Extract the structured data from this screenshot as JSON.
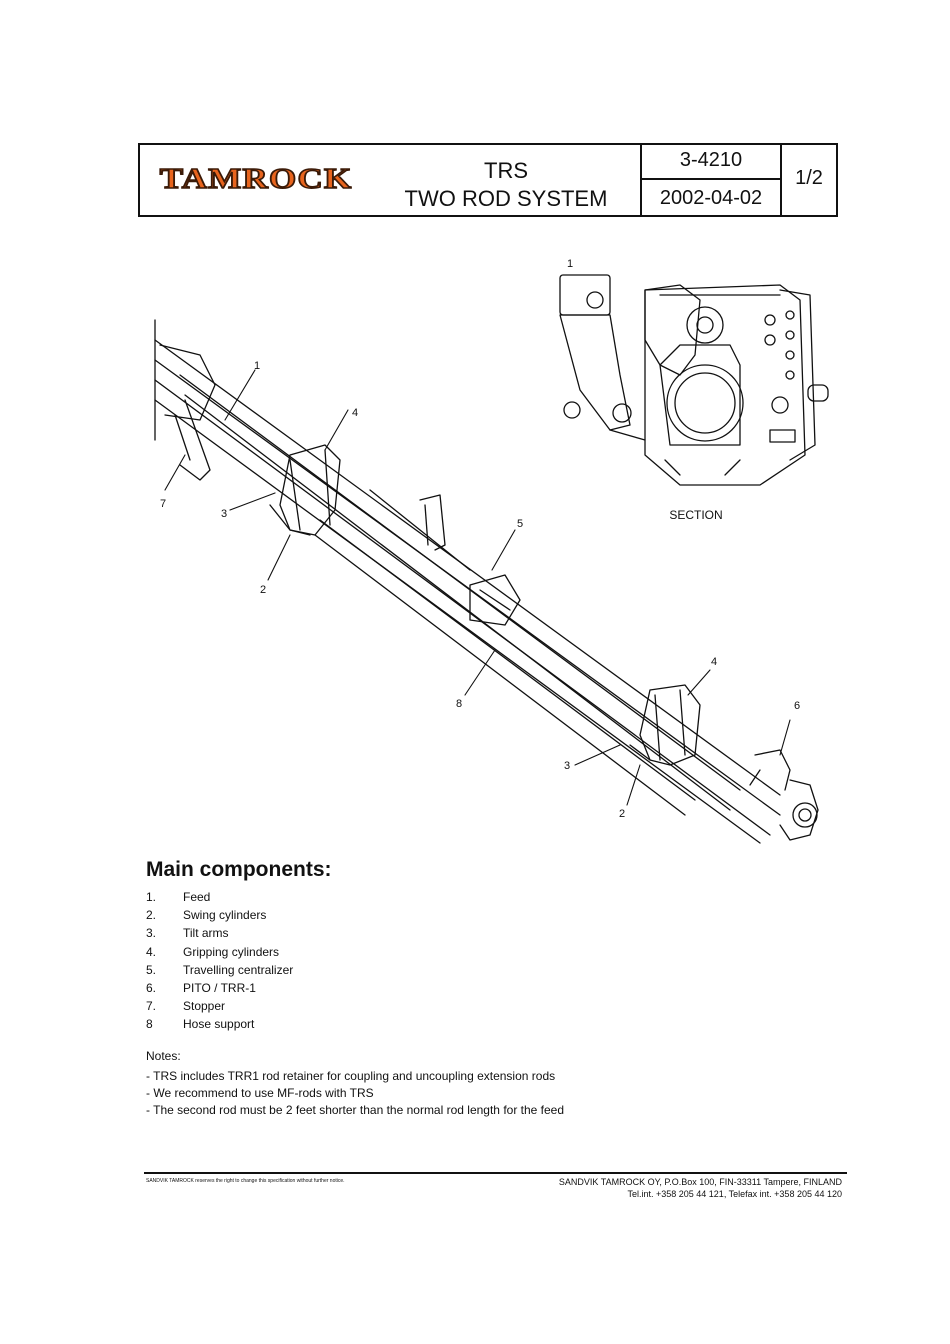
{
  "header": {
    "logo": "TAMROCK",
    "title_line1": "TRS",
    "title_line2": "TWO ROD SYSTEM",
    "doc_number": "3-4210",
    "date": "2002-04-02",
    "page": "1/2"
  },
  "drawing": {
    "section_label": "SECTION",
    "callouts": [
      "1",
      "7",
      "3",
      "4",
      "2",
      "5",
      "8",
      "4",
      "6",
      "3",
      "2",
      "1"
    ]
  },
  "components": {
    "title": "Main components:",
    "items": [
      {
        "num": "1.",
        "label": "Feed"
      },
      {
        "num": "2.",
        "label": "Swing cylinders"
      },
      {
        "num": "3.",
        "label": "Tilt arms"
      },
      {
        "num": "4.",
        "label": "Gripping cylinders"
      },
      {
        "num": "5.",
        "label": "Travelling centralizer"
      },
      {
        "num": "6.",
        "label": "PITO / TRR-1"
      },
      {
        "num": "7.",
        "label": "Stopper"
      },
      {
        "num": "8",
        "label": "Hose support"
      }
    ]
  },
  "notes": {
    "title": "Notes:",
    "items": [
      "- TRS includes TRR1 rod retainer for coupling and uncoupling extension rods",
      "- We recommend to use MF-rods with TRS",
      "- The second rod must be 2 feet shorter than the normal rod length for the feed"
    ]
  },
  "footer": {
    "disclaimer": "SANDVIK TAMROCK reserves the right to change this specification without further notice.",
    "address_line1": "SANDVIK TAMROCK OY, P.O.Box 100, FIN-33311 Tampere, FINLAND",
    "address_line2": "Tel.int. +358 205 44 121, Telefax int. +358 205 44 120"
  }
}
